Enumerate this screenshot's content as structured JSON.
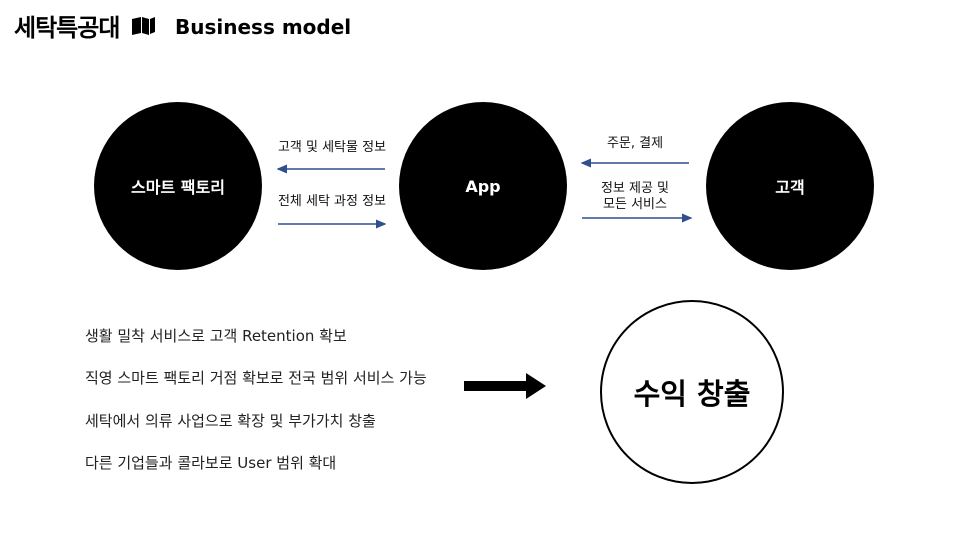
{
  "header": {
    "logo_text": "세탁특공대",
    "title": "Business model"
  },
  "nodes": {
    "factory": "스마트 팩토리",
    "app": "App",
    "customer": "고객"
  },
  "flows": {
    "app_to_factory": "고객 및 세탁물 정보",
    "factory_to_app": "전체 세탁 과정 정보",
    "customer_to_app": "주문, 결제",
    "app_to_customer_line1": "정보 제공 및",
    "app_to_customer_line2": "모든 서비스"
  },
  "benefits": [
    "생활 밀착 서비스로 고객 Retention 확보",
    "직영 스마트 팩토리 거점 확보로 전국 범위 서비스 가능",
    "세탁에서 의류 사업으로 확장 및 부가가치 창출",
    "다른 기업들과 콜라보로 User 범위 확대"
  ],
  "result": "수익 창출",
  "colors": {
    "arrow_blue": "#2f4f8f",
    "circle_fill": "#000000"
  }
}
